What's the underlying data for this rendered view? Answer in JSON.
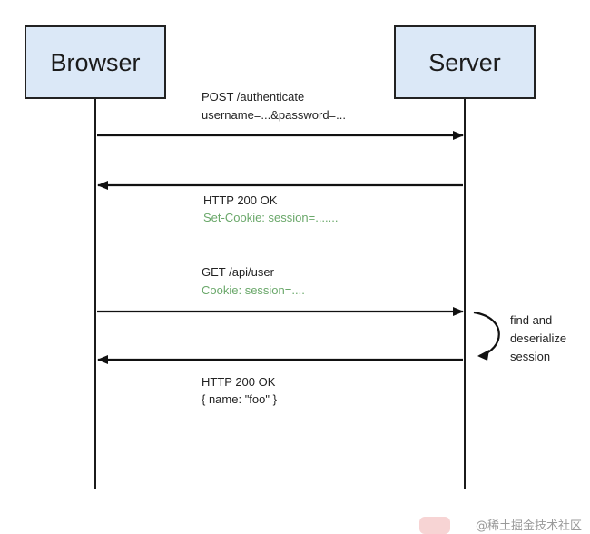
{
  "actors": {
    "browser": "Browser",
    "server": "Server"
  },
  "messages": [
    {
      "direction": "right",
      "line1": "POST /authenticate",
      "line2": "username=...&password=..."
    },
    {
      "direction": "left",
      "line1": "HTTP 200 OK",
      "line2": "Set-Cookie: session=......."
    },
    {
      "direction": "right",
      "line1": "GET /api/user",
      "line2": "Cookie: session=...."
    },
    {
      "direction": "left",
      "line1": "HTTP 200 OK",
      "line2": "{  name: \"foo\" }"
    }
  ],
  "server_note": {
    "line1": "find and",
    "line2": "deserialize",
    "line3": "session"
  },
  "watermark": "@稀土掘金技术社区",
  "colors": {
    "actor_fill": "#dbe8f7",
    "cookie_text": "#6aa86a",
    "ink": "#111111"
  }
}
